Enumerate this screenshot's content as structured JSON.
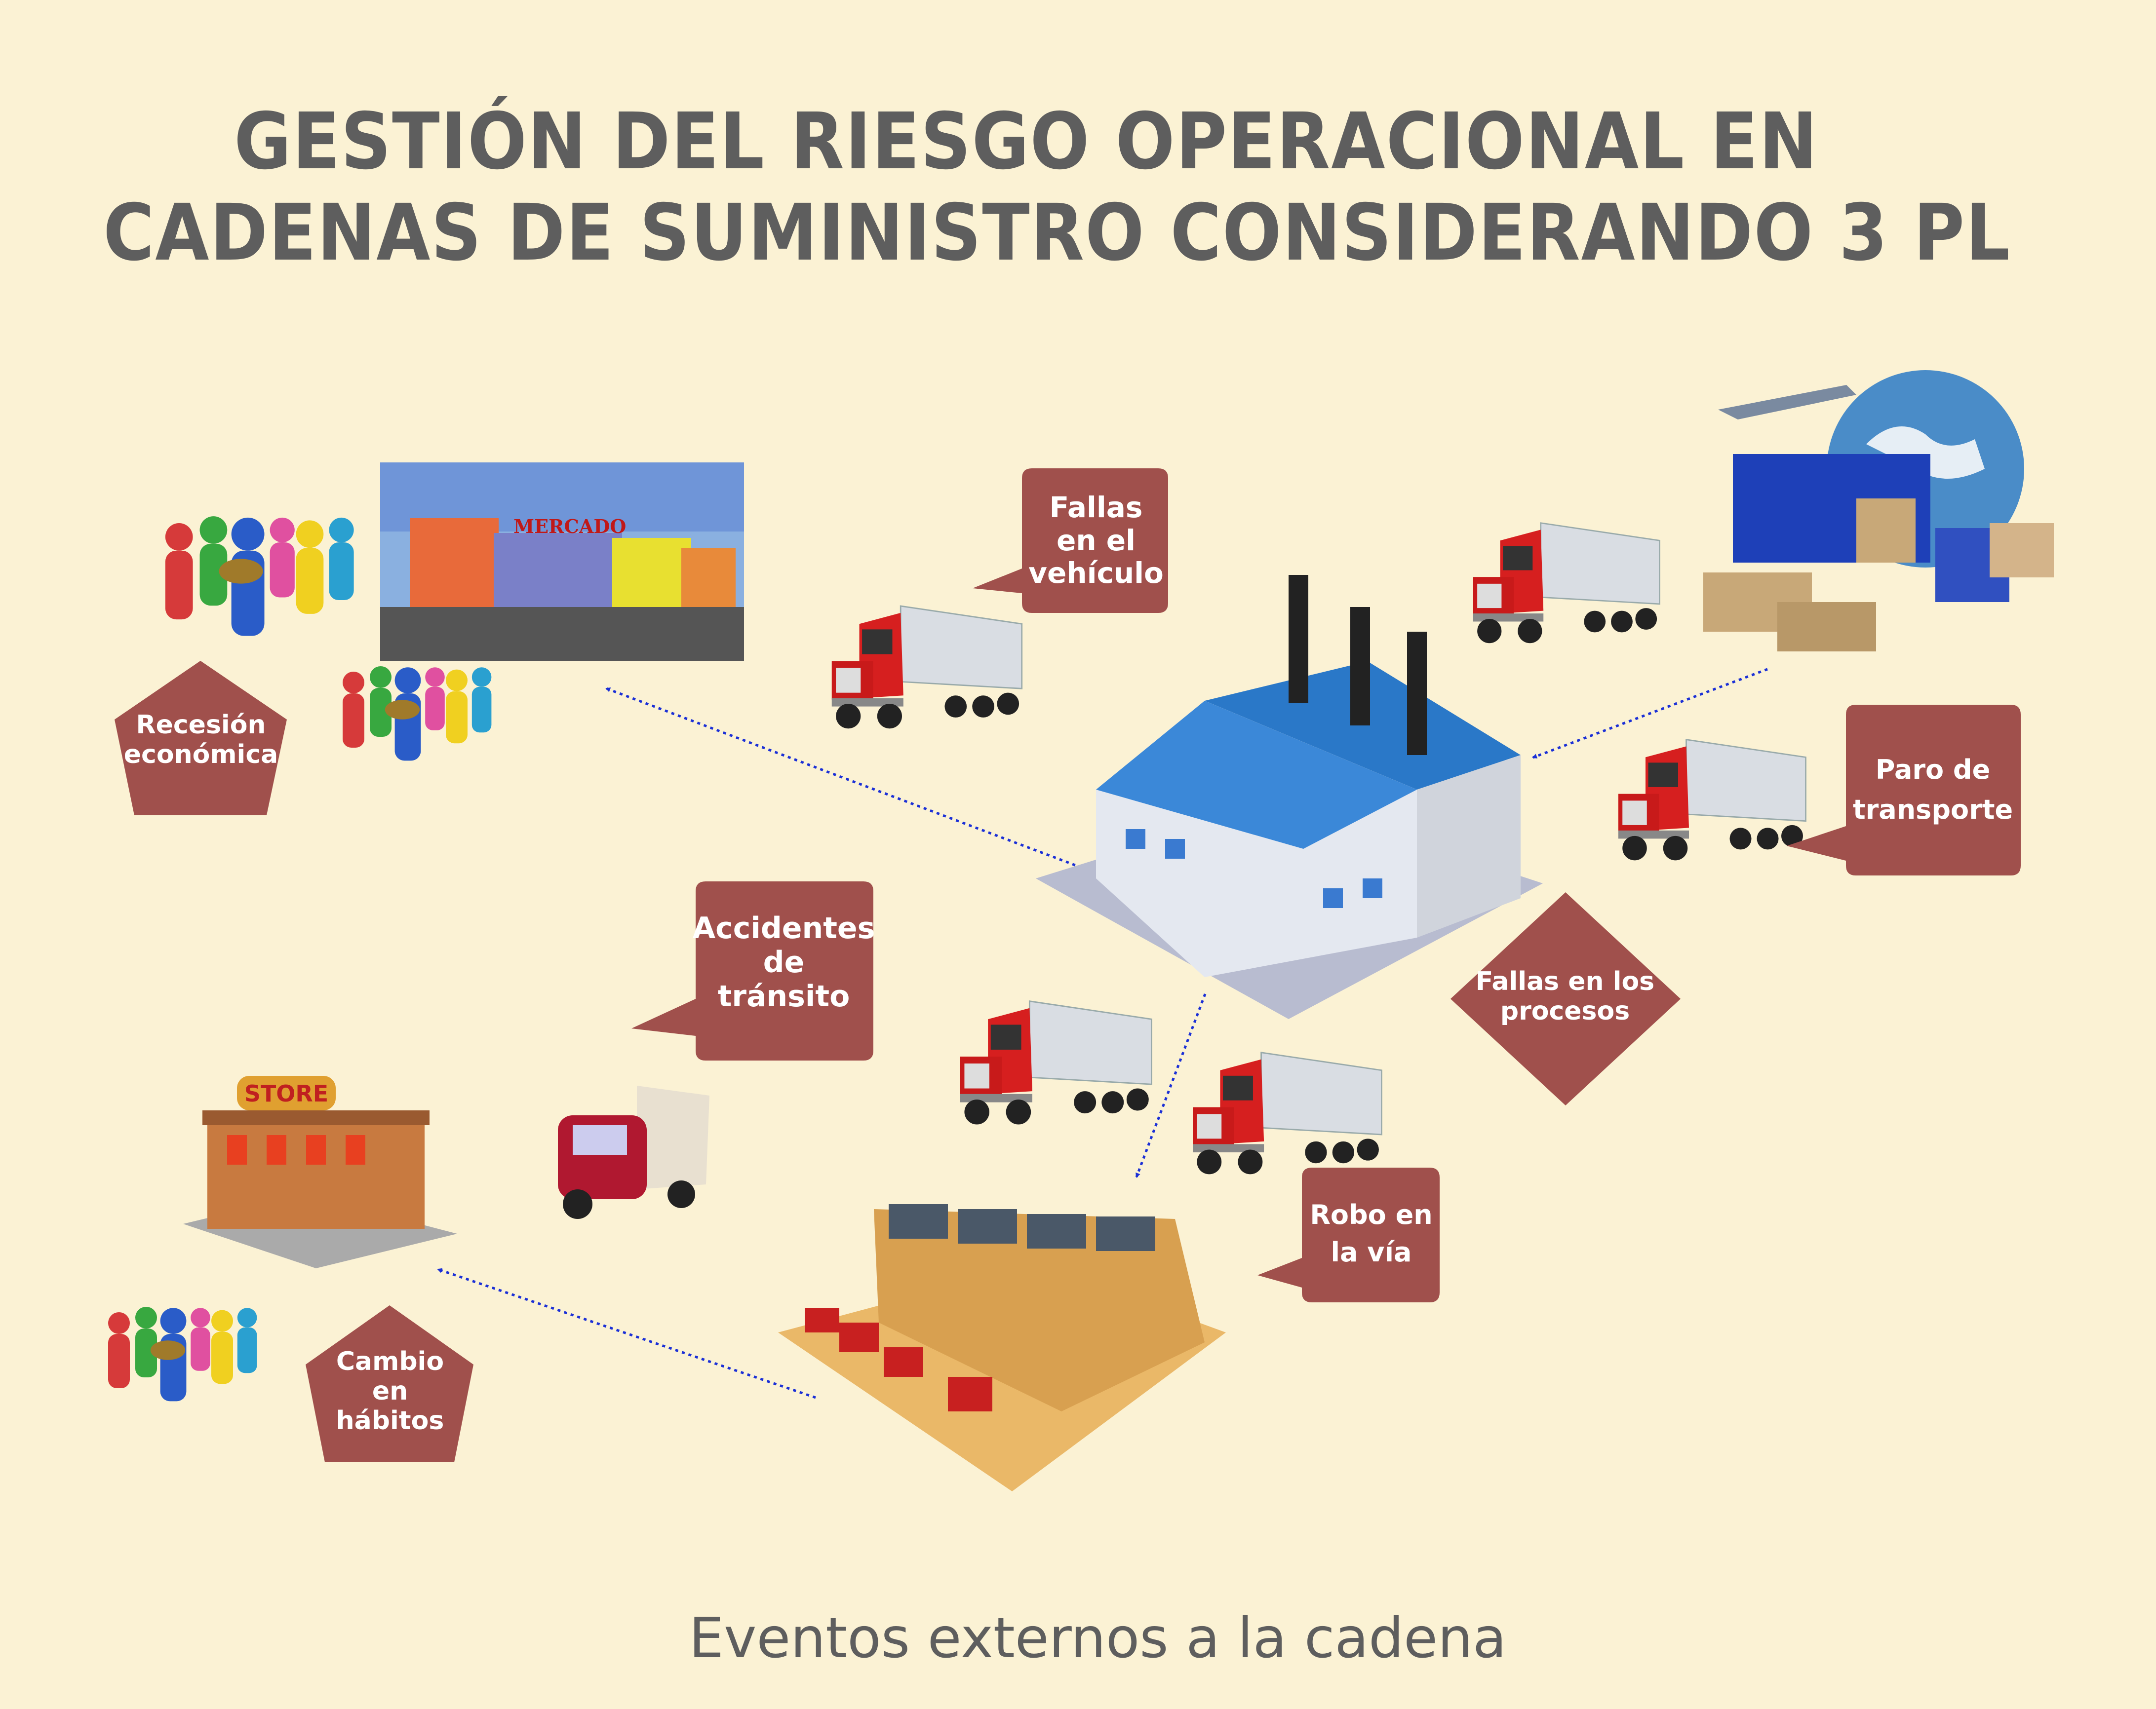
{
  "title": {
    "line1": "GESTIÓN DEL RIESGO OPERACIONAL EN",
    "line2": "CADENAS DE SUMINISTRO CONSIDERANDO 3 PL"
  },
  "risks": {
    "recesion": "Recesión económica",
    "fallas_vehiculo": "Fallas en el vehículo",
    "paro_transporte": "Paro de transporte",
    "fallas_procesos": "Fallas en los procesos",
    "accidentes": "Accidentes de tránsito",
    "robo": "Robo en la vía",
    "cambio_habitos": "Cambio en hábitos"
  },
  "images": {
    "mercado_sign": "MERCADO",
    "store_sign": "STORE"
  },
  "footer": "Eventos externos a la cadena",
  "colors": {
    "background": "#fbf2d4",
    "shape": "#a0504c",
    "title": "#5e5e5e",
    "arrow": "#1a2fd6"
  }
}
